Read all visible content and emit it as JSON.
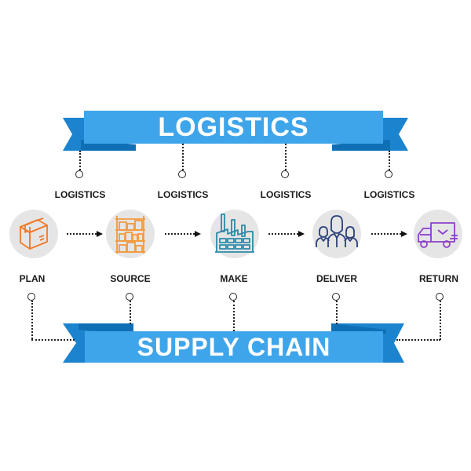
{
  "top_banner": {
    "title": "LOGISTICS",
    "color": "#3fa5ea",
    "shade_color": "#1c84cf"
  },
  "logistics_labels": [
    "LOGISTICS",
    "LOGISTICS",
    "LOGISTICS",
    "LOGISTICS"
  ],
  "steps": [
    {
      "label": "PLAN",
      "icon": "box-icon",
      "color": "#f07a2a"
    },
    {
      "label": "SOURCE",
      "icon": "warehouse-shelves-icon",
      "color": "#f39a3c"
    },
    {
      "label": "MAKE",
      "icon": "factory-icon",
      "color": "#2b8aa8"
    },
    {
      "label": "DELIVER",
      "icon": "team-people-icon",
      "color": "#2a3f7a"
    },
    {
      "label": "RETURN",
      "icon": "delivery-truck-icon",
      "color": "#8c3fc9"
    }
  ],
  "bottom_banner": {
    "title": "SUPPLY CHAIN",
    "color": "#3fa5ea",
    "shade_color": "#1c84cf"
  }
}
